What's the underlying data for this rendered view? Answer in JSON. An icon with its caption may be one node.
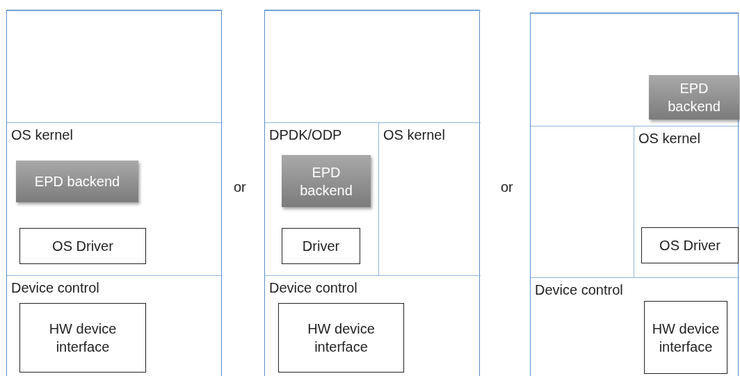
{
  "diagram": {
    "nodes": [
      {
        "text": [],
        "shape": "box"
      },
      {
        "text": [],
        "shape": "box",
        "in": 0
      },
      {
        "text": [
          "OS kernel"
        ],
        "in": 0
      },
      {
        "text": [
          "EPD backend"
        ],
        "in": 2
      },
      {
        "text": [
          "OS Driver"
        ],
        "in": 2
      },
      {
        "text": [
          "Device control"
        ],
        "in": 0
      },
      {
        "text": [
          "HW device interface"
        ],
        "in": 5
      },
      {
        "text": [],
        "shape": "box"
      },
      {
        "text": [],
        "shape": "box",
        "in": 7
      },
      {
        "text": [
          "DPDK/ODP"
        ],
        "in": 7
      },
      {
        "text": [
          "EPD backend"
        ],
        "in": 9
      },
      {
        "text": [
          "Driver"
        ],
        "in": 9
      },
      {
        "text": [
          "OS kernel"
        ],
        "in": 7
      },
      {
        "text": [
          "Device control"
        ],
        "in": 7
      },
      {
        "text": [
          "HW device interface"
        ],
        "in": 13
      },
      {
        "text": [],
        "shape": "box"
      },
      {
        "text": [],
        "shape": "box",
        "in": 15
      },
      {
        "text": [
          "EPD backend"
        ],
        "in": 16
      },
      {
        "text": [],
        "shape": "box",
        "in": 15
      },
      {
        "text": [
          "OS kernel"
        ],
        "in": 15
      },
      {
        "text": [
          "OS Driver"
        ],
        "in": 19
      },
      {
        "text": [
          "Device control"
        ],
        "in": 15
      },
      {
        "text": [
          "HW device interface"
        ],
        "in": 21
      }
    ],
    "labels": [
      "or",
      "or"
    ]
  }
}
